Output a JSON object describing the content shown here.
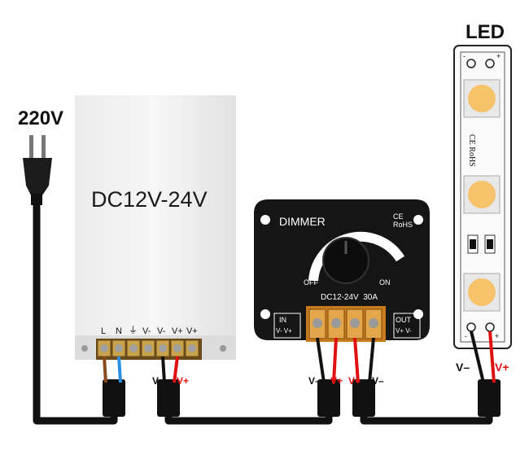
{
  "source": {
    "voltage_label": "220V"
  },
  "power_supply": {
    "title": "DC12V-24V",
    "terminals": [
      "L",
      "N",
      "⏚",
      "V-",
      "V-",
      "V+",
      "V+"
    ]
  },
  "dimmer": {
    "title": "DIMMER",
    "marks": "CE\nRoHS",
    "off_label": "OFF",
    "on_label": "ON",
    "rating": "DC12-24V  30A",
    "in_label": "IN",
    "in_terms": "V- V+",
    "out_label": "OUT",
    "out_terms": "V+ V-"
  },
  "led": {
    "title": "LED",
    "strip_text": "CE RoHS",
    "top_pads": [
      "-",
      "+"
    ],
    "bottom_pads": [
      "-",
      "+"
    ]
  },
  "wires": {
    "psu_neg": "V–",
    "psu_pos": "V+",
    "dim_in_neg": "V–",
    "dim_in_pos": "V+",
    "dim_out_pos": "V+",
    "dim_out_neg": "V–",
    "led_neg": "V–",
    "led_pos": "V+"
  },
  "colors": {
    "positive": "#e01010",
    "negative": "#111111",
    "neutral": "#2a8fe0",
    "live": "#8b4a1c",
    "led": "#f6c26a"
  }
}
